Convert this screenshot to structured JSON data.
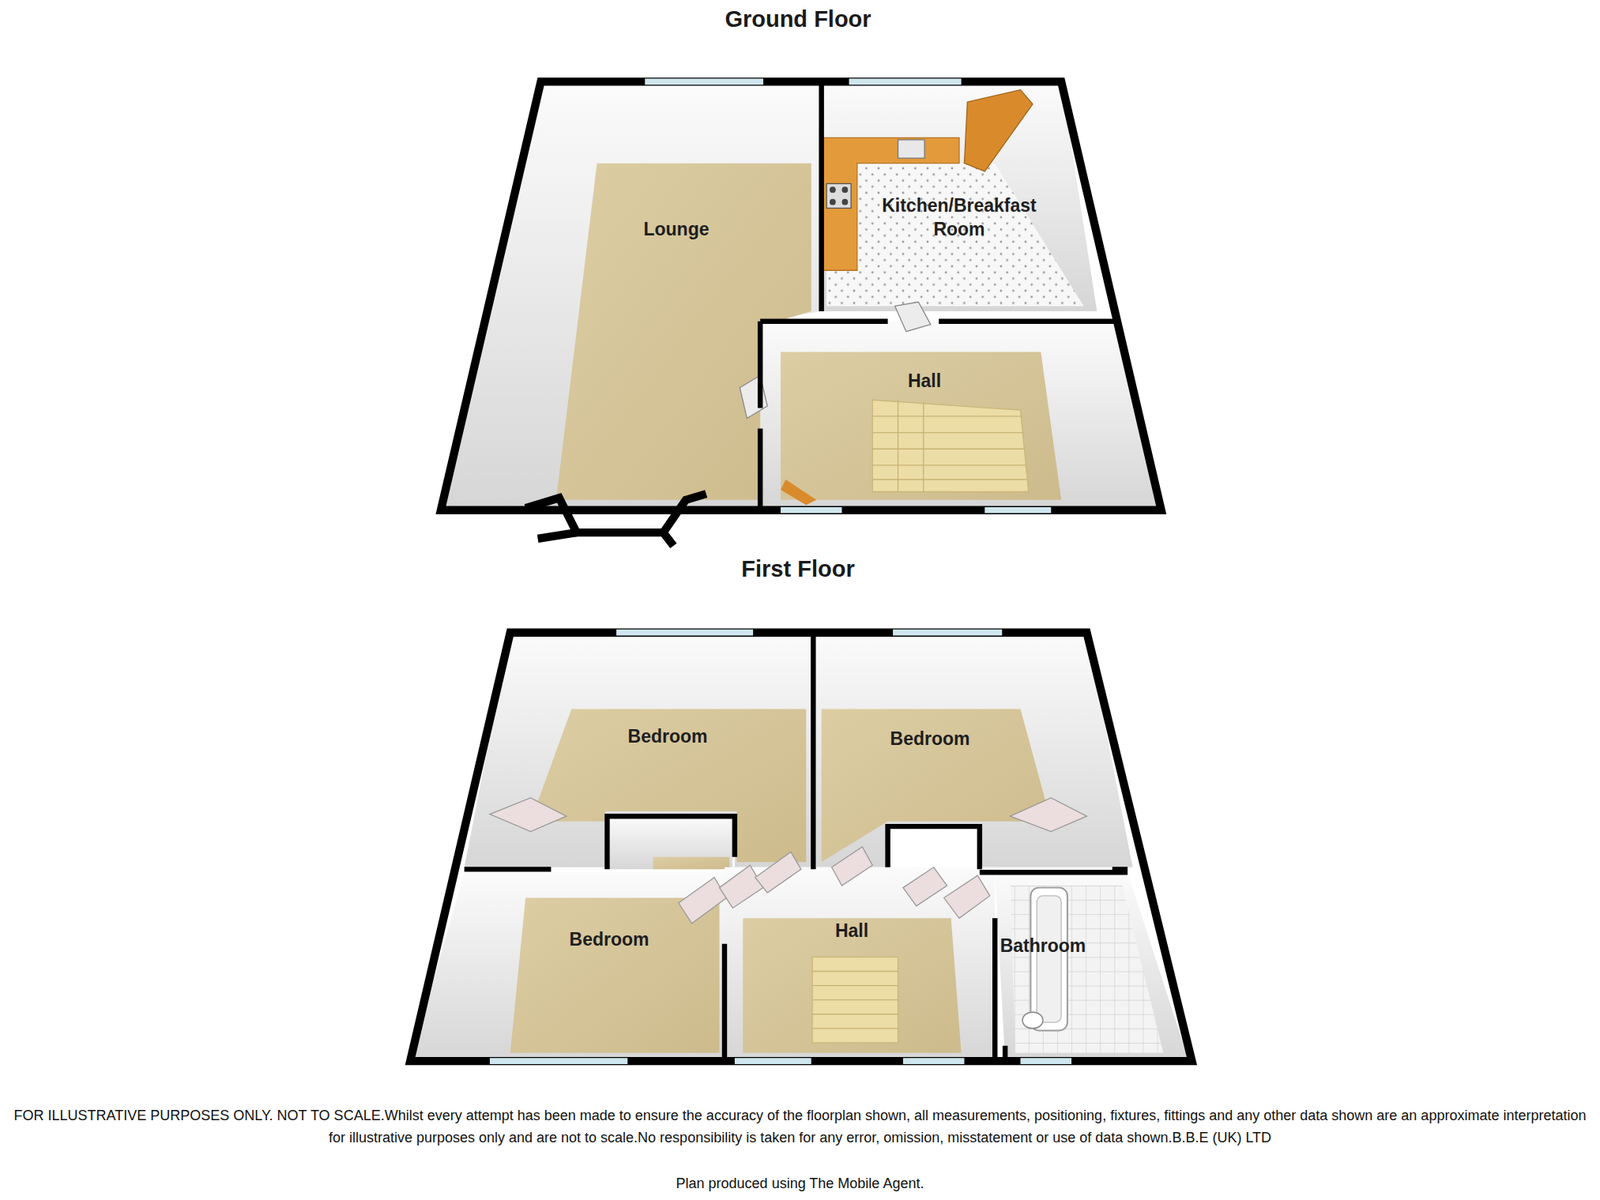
{
  "diagram": {
    "nodes": [
      {
        "text": [
          "Ground Floor"
        ]
      },
      {
        "text": [
          "Lounge"
        ],
        "in": 0
      },
      {
        "text": [
          "Kitchen/Breakfast Room"
        ],
        "in": 0
      },
      {
        "text": [
          "Hall"
        ],
        "in": 0
      },
      {
        "text": [
          "First Floor"
        ]
      },
      {
        "text": [
          "Bedroom"
        ],
        "in": 4
      },
      {
        "text": [
          "Bedroom"
        ],
        "in": 4
      },
      {
        "text": [
          "Bedroom"
        ],
        "in": 4
      },
      {
        "text": [
          "Hall"
        ],
        "in": 4
      },
      {
        "text": [
          "Bathroom"
        ],
        "in": 4
      }
    ],
    "caption": "FOR ILLUSTRATIVE PURPOSES ONLY. NOT TO SCALE.Whilst every attempt has been made to ensure the accuracy of the floorplan shown, all measurements, positioning, fixtures, fittings and any other data shown are an approximate interpretation for illustrative purposes only and are not to scale.No responsibility is taken for any error, omission, misstatement or use of data shown.B.B.E (UK) LTD",
    "labels": [
      "Plan produced using The Mobile Agent."
    ]
  }
}
